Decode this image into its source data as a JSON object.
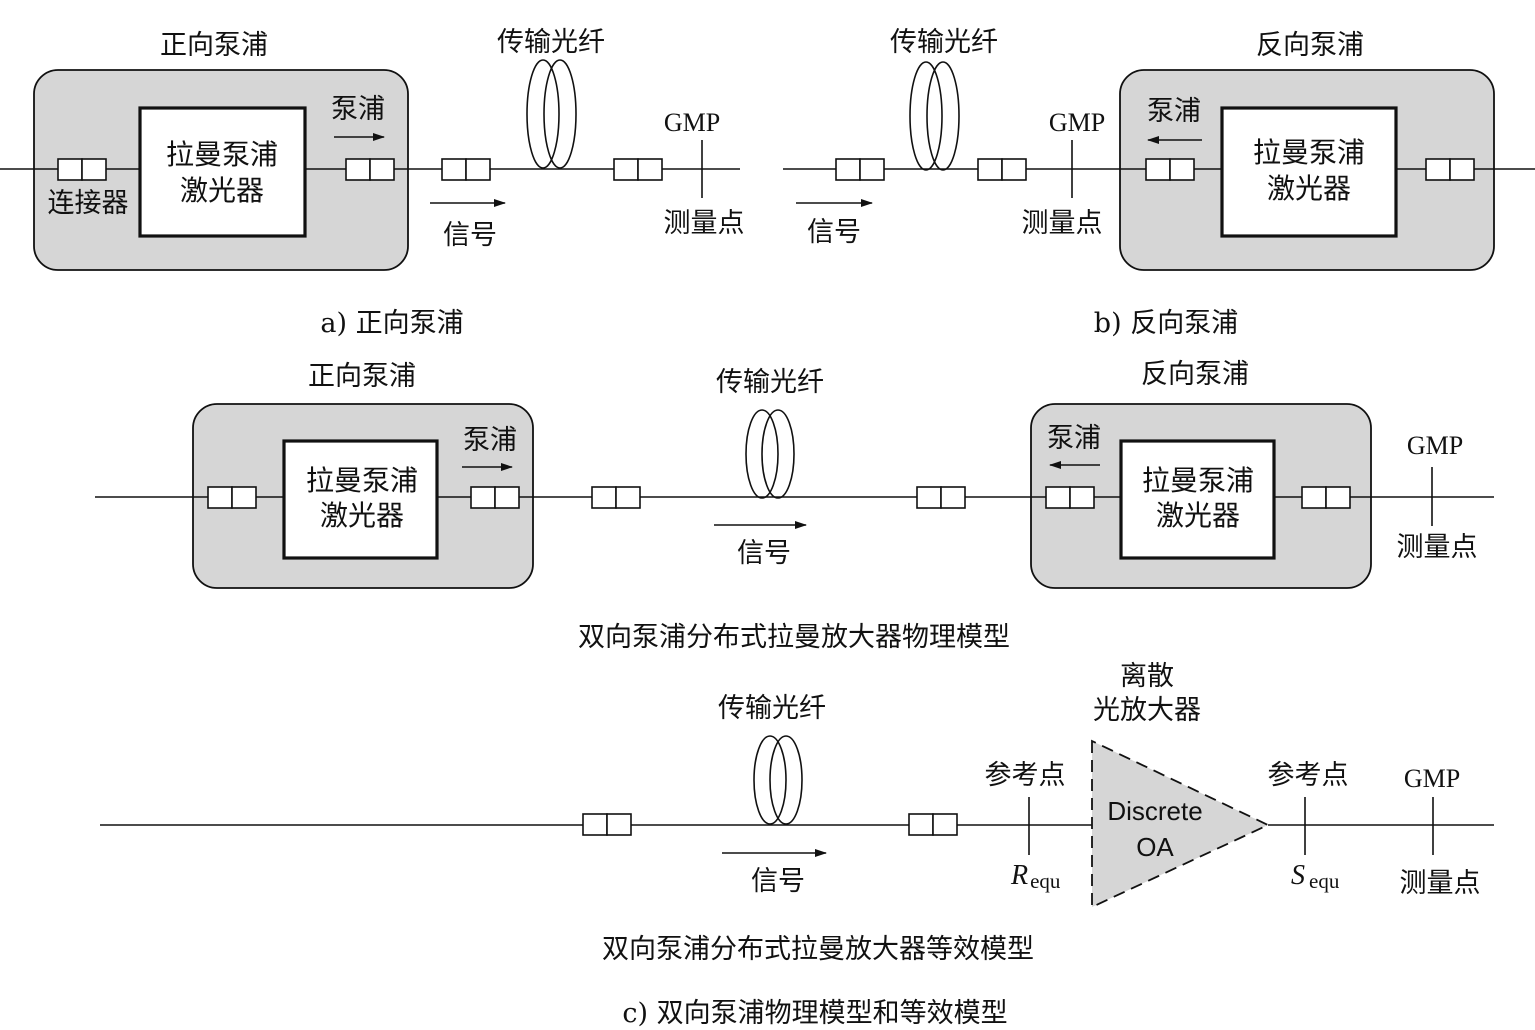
{
  "labels": {
    "forward_pump": "正向泵浦",
    "backward_pump": "反向泵浦",
    "fiber": "传输光纤",
    "pump": "泵浦",
    "raman_laser_line1": "拉曼泵浦",
    "raman_laser_line2": "激光器",
    "connector": "连接器",
    "signal": "信号",
    "gmp": "GMP",
    "measure_point": "测量点",
    "discrete_line1": "离散",
    "discrete_line2": "光放大器",
    "oa_line1": "Discrete",
    "oa_line2": "OA",
    "reference_point": "参考点",
    "r_equ_main": "R",
    "r_equ_sub": "equ",
    "s_equ_main": "S",
    "s_equ_sub": "equ"
  },
  "captions": {
    "a": "a) 正向泵浦",
    "b": "b) 反向泵浦",
    "physical_model": "双向泵浦分布式拉曼放大器物理模型",
    "equivalent_model": "双向泵浦分布式拉曼放大器等效模型",
    "c": "c) 双向泵浦物理模型和等效模型"
  }
}
